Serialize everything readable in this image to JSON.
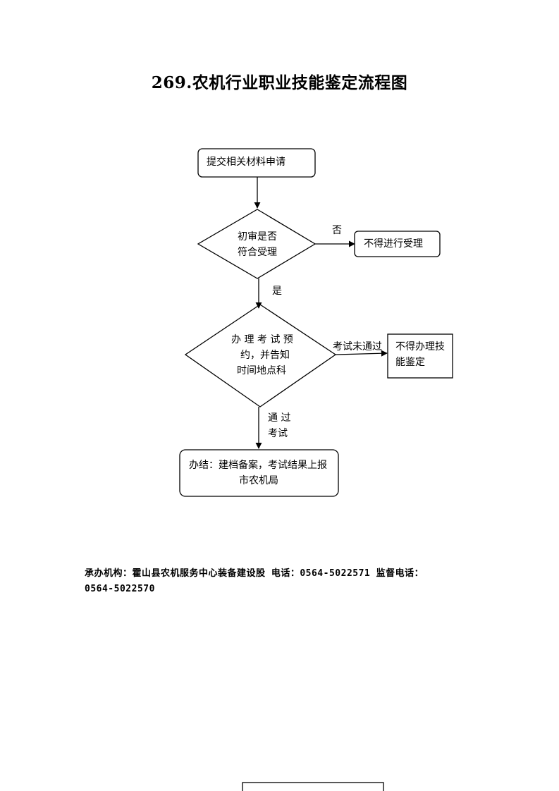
{
  "title": "269.农机行业职业技能鉴定流程图",
  "flow": {
    "submit": "提交相关材料申请",
    "review_line1": "初审是否",
    "review_line2": "符合受理",
    "reject_label": "否",
    "reject_box": "不得进行受理",
    "accept_label": "是",
    "exam_line1": "办 理 考 试 预",
    "exam_line2": "约，并告知",
    "exam_line3": "时间地点科",
    "fail_label": "考试未通过",
    "fail_line1": "不得办理技",
    "fail_line2": "能鉴定",
    "pass_line1": "通 过",
    "pass_line2": "考试",
    "final_line1": "办结：建档备案，考试结果上报",
    "final_line2": "市农机局"
  },
  "footer": {
    "line1": "承办机构：霍山县农机服务中心装备建设股  电话：0564-5022571  监督电话：",
    "line2": "0564-5022570"
  }
}
